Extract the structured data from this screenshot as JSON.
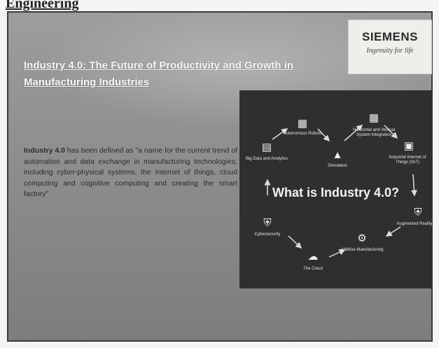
{
  "header_fragment": "Engineering",
  "slide": {
    "logo": {
      "name": "SIEMENS",
      "tagline": "Ingenuity for life"
    },
    "title": "Industry 4.0: The Future of Productivity and Growth in Manufacturing Industries",
    "body_lead": "Industry 4.0",
    "body_rest": " has been defined as \"a name for the current trend of automation and data exchange in manufacturing technologies, including cyber-physical systems, the Internet of things, cloud computing and cognitive computing and creating the smart factory\"",
    "diagram": {
      "center_text": "What is Industry 4.0?",
      "nodes": [
        {
          "label": "Big Data and Analytics",
          "icon": "bar-chart-icon"
        },
        {
          "label": "Autonomous Robots",
          "icon": "robot-icon"
        },
        {
          "label": "Simulation",
          "icon": "simulation-icon"
        },
        {
          "label": "Horizontal and Vertical System Integration",
          "icon": "server-grid-icon"
        },
        {
          "label": "Industrial Internet of Things (IIoT)",
          "icon": "iot-device-icon"
        },
        {
          "label": "Augmented Reality",
          "icon": "shield-icon"
        },
        {
          "label": "Additive Manufacturing",
          "icon": "robot-arm-icon"
        },
        {
          "label": "The Cloud",
          "icon": "cloud-icon"
        },
        {
          "label": "Cybersecurity",
          "icon": "lock-shield-icon"
        }
      ]
    }
  }
}
